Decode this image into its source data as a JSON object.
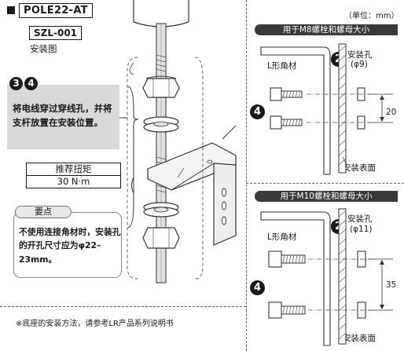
{
  "header": {
    "model": "POLE22-AT",
    "code": "SZL-001",
    "subtitle": "安装图",
    "unit": "（单位：mm）"
  },
  "steps": {
    "num_a": "3",
    "num_b": "4",
    "text": "将电线穿过穿线孔，并将支杆放置在安装位置。"
  },
  "torque": {
    "label": "推荐扭矩",
    "value": "30 N·m"
  },
  "key_point": {
    "title": "要点",
    "text": "不使用连接角材时，安装孔的开孔尺寸应为φ22–23mm。"
  },
  "note": "※底座的安装方法，请参考LR产品系列说明书",
  "panel_m8": {
    "title": "用于M8螺栓和螺母大小",
    "angle_label": "L形角材",
    "hole_num": "2",
    "hole_label": "安装孔",
    "hole_dia": "(φ9)",
    "bolt_num": "4",
    "dimension": "20",
    "surface_label": "安装表面"
  },
  "panel_m10": {
    "title": "用于M10螺栓和螺母大小",
    "angle_label": "L形角材",
    "hole_num": "2",
    "hole_label": "安装孔",
    "hole_dia": "(φ11)",
    "bolt_num": "4",
    "dimension": "35",
    "surface_label": "安装表面"
  }
}
